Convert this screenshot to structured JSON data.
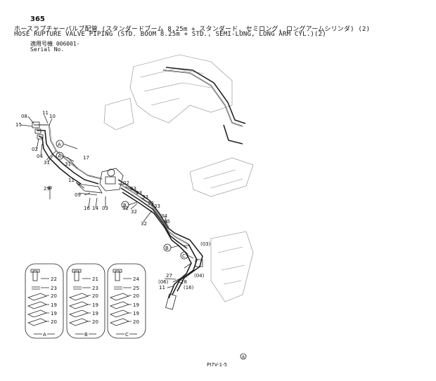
{
  "header": {
    "page_number": "365",
    "title_jp": "ホースラプチャーバルブ配管 (スタンダードブーム 8.25m + スタンダード, セミロング, ロングアームシリンダ) (2)",
    "title_en": "HOSE RUPTURE VALVE PIPING (STD. BOOM 8.25m + STD., SEMI-LONG, LONG ARM CYL.)(2)",
    "serial_jp": "適用号機 006001-",
    "serial_en": "Serial No."
  },
  "callouts": {
    "c08": "08",
    "c11a": "11",
    "c10": "10",
    "c15": "15",
    "c02a": "02",
    "c04": "04",
    "c31a": "31",
    "c31b": "31",
    "c17": "17",
    "c29": "29",
    "c11b": "11",
    "c09": "09",
    "c16": "16",
    "c14": "14",
    "c03": "03",
    "c02b": "02",
    "c33a": "33",
    "c33b": "33",
    "c33c": "33",
    "c33d": "33",
    "c32a": "32",
    "c32b": "32",
    "c33e": "33",
    "c32c": "32",
    "c34": "34",
    "c35": "35",
    "c27": "27",
    "c28": "28",
    "c11c": "11",
    "p03": "(03)",
    "p04": "(04)",
    "p06": "(06)",
    "p16": "(16)",
    "circ_a1": "A",
    "circ_a2": "A",
    "circ_b1": "B",
    "circ_b2": "B",
    "circ_c": "C"
  },
  "details": [
    {
      "letter": "A",
      "parts": [
        "22",
        "23",
        "20",
        "19",
        "19",
        "20"
      ]
    },
    {
      "letter": "B",
      "parts": [
        "21",
        "23",
        "20",
        "19",
        "19",
        "20"
      ]
    },
    {
      "letter": "C",
      "parts": [
        "24",
        "25",
        "20",
        "19",
        "19",
        "20"
      ]
    }
  ],
  "footer": {
    "code": "PI7V-1-5",
    "registered_mark": "®"
  }
}
